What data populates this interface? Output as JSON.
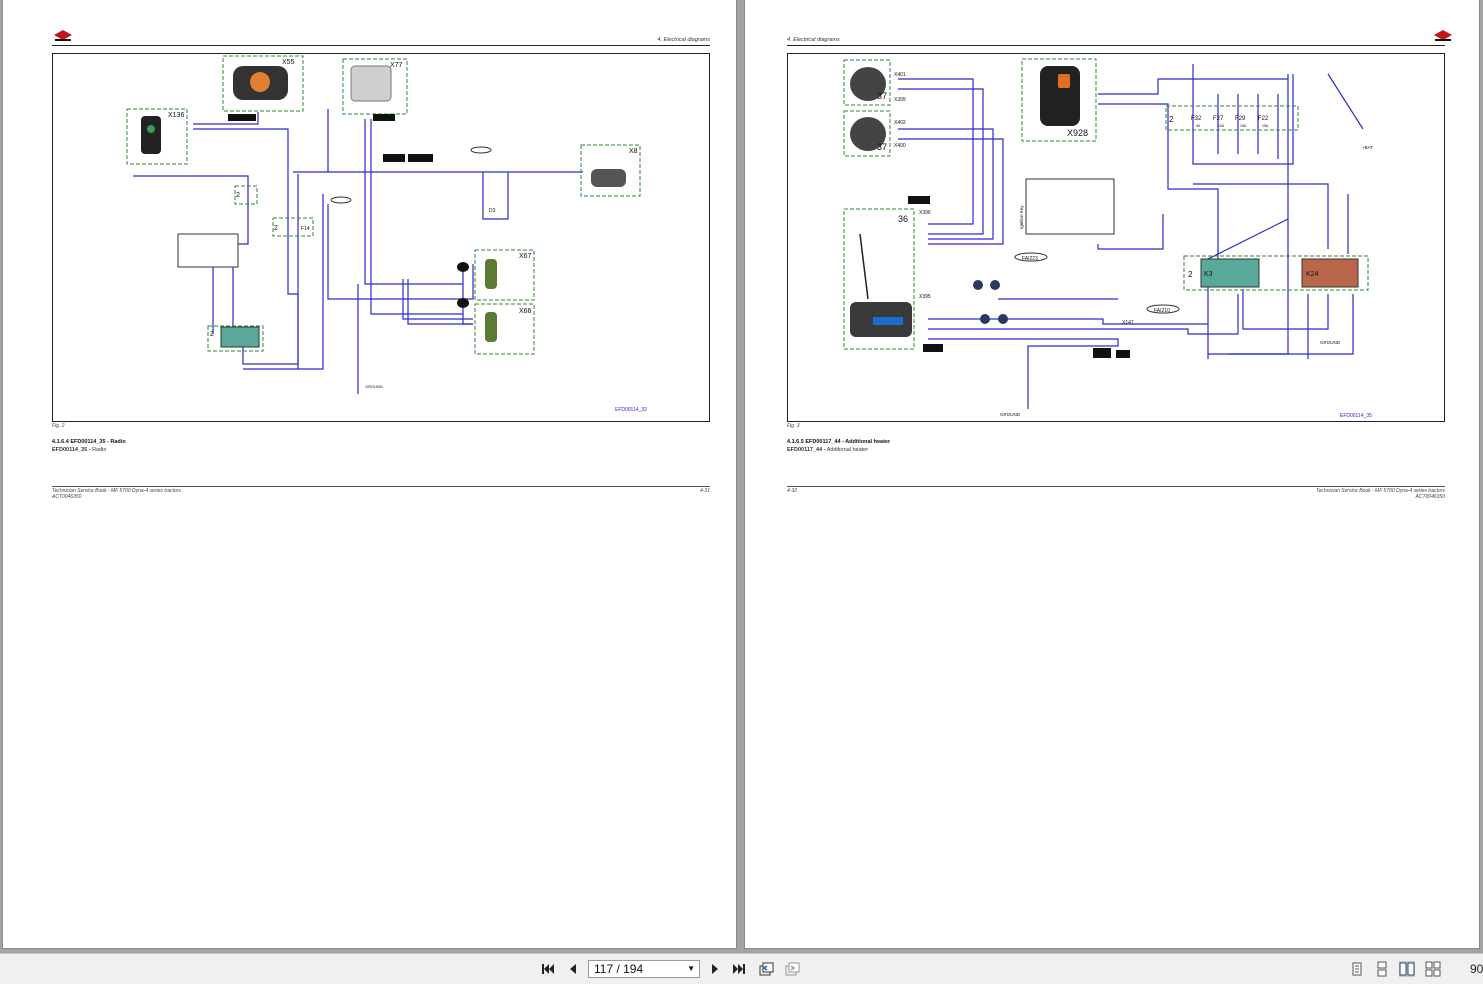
{
  "pages": {
    "left": {
      "header": "4. Electrical diagrams",
      "fig": "Fig. 2",
      "caption_title": "4.1.6.4  EFD00114_35 - Radio",
      "caption_code": "EFD00114_35 -",
      "caption_desc": "Radio",
      "footer_title": "Technician Service Book - MF 5700 Dyna-4 series tractors",
      "footer_code": "ACT0046350",
      "page_number": "4-31",
      "diagram_ref": "EFD00114_32",
      "components": [
        "X55",
        "X77",
        "X136",
        "X8",
        "X67",
        "X66",
        "F14",
        "D3",
        "GROUND"
      ]
    },
    "right": {
      "header": "4. Electrical diagrams",
      "fig": "Fig. 3",
      "caption_title": "4.1.6.5  EFD00117_44 - Additional heater",
      "caption_code": "EFD00117_44 -",
      "caption_desc": "Additional heater",
      "footer_title": "Technician Service Book - MF 5700 Dyna-4 series tractors",
      "footer_code": "ACT0046350",
      "page_number": "4-32",
      "diagram_ref": "EFD00114_35",
      "components": [
        "X401",
        "X399",
        "X402",
        "X400",
        "X928",
        "X396",
        "X395",
        "F32",
        "F27",
        "F29",
        "F22",
        "K3",
        "K24",
        "FAI223",
        "FAI210",
        "X147",
        "GROUND",
        "+BAT",
        "Ignition Key"
      ],
      "fuse_ratings": [
        "5A",
        "10A",
        "15A",
        "15A"
      ]
    }
  },
  "toolbar": {
    "page_indicator": "117 / 194",
    "zoom": "90%"
  },
  "icons": {
    "first": "first-page-icon",
    "prev": "previous-page-icon",
    "next": "next-page-icon",
    "last": "last-page-icon"
  },
  "colors": {
    "wire": "#2a2ad0",
    "frame_dash": "#2c8a2c",
    "relay_teal": "#5aa89a",
    "relay_rust": "#b9674a"
  }
}
